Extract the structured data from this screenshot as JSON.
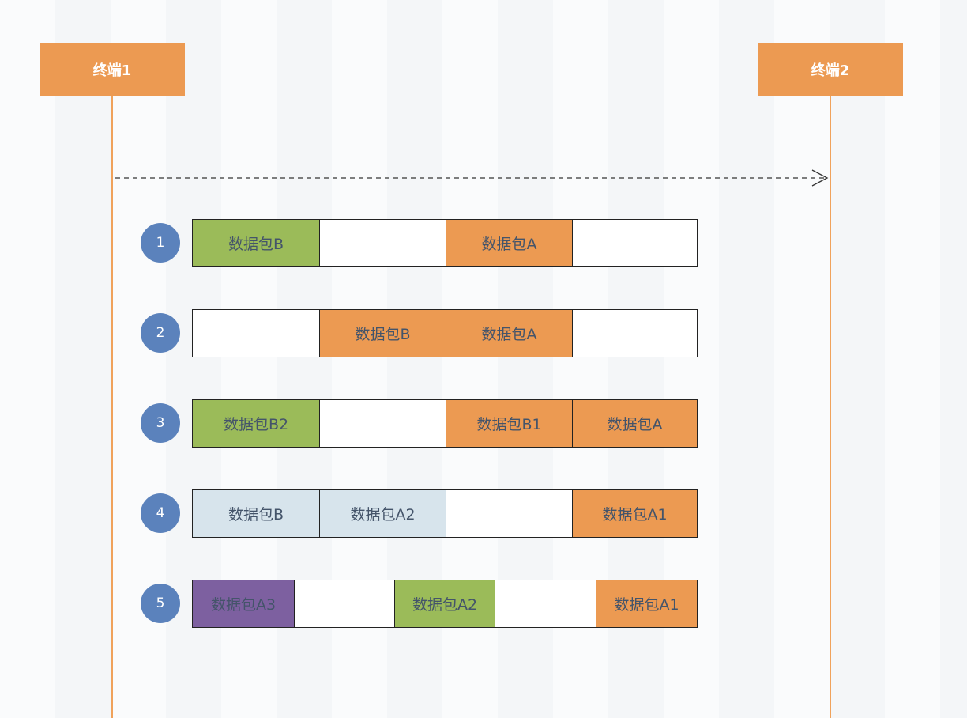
{
  "colors": {
    "terminal": "#ec9a52",
    "lifeline": "#f0a25b",
    "step_circle": "#5b82bc",
    "green": "#9bbb59",
    "orange": "#ec9a52",
    "lightblue": "#d7e4ec",
    "purple": "#7d60a0",
    "empty": "#ffffff",
    "cell_text": "#44546a"
  },
  "terminals": [
    {
      "label": "终端1"
    },
    {
      "label": "终端2"
    }
  ],
  "arrow": {
    "style": "dashed",
    "direction": "terminal-1 to terminal-2"
  },
  "rows": [
    {
      "step": "1",
      "cells": [
        {
          "label": "数据包B",
          "color": "green"
        },
        {
          "label": "",
          "color": "empty"
        },
        {
          "label": "数据包A",
          "color": "orange"
        },
        {
          "label": "",
          "color": "empty"
        }
      ]
    },
    {
      "step": "2",
      "cells": [
        {
          "label": "",
          "color": "empty"
        },
        {
          "label": "数据包B",
          "color": "orange"
        },
        {
          "label": "数据包A",
          "color": "orange"
        },
        {
          "label": "",
          "color": "empty"
        }
      ]
    },
    {
      "step": "3",
      "cells": [
        {
          "label": "数据包B2",
          "color": "green"
        },
        {
          "label": "",
          "color": "empty"
        },
        {
          "label": "数据包B1",
          "color": "orange"
        },
        {
          "label": "数据包A",
          "color": "orange"
        }
      ]
    },
    {
      "step": "4",
      "cells": [
        {
          "label": "数据包B",
          "color": "lightblue"
        },
        {
          "label": "数据包A2",
          "color": "lightblue"
        },
        {
          "label": "",
          "color": "empty"
        },
        {
          "label": "数据包A1",
          "color": "orange"
        }
      ]
    },
    {
      "step": "5",
      "cells": [
        {
          "label": "数据包A3",
          "color": "purple"
        },
        {
          "label": "",
          "color": "empty"
        },
        {
          "label": "数据包A2",
          "color": "green"
        },
        {
          "label": "",
          "color": "empty"
        },
        {
          "label": "数据包A1",
          "color": "orange"
        }
      ]
    }
  ]
}
